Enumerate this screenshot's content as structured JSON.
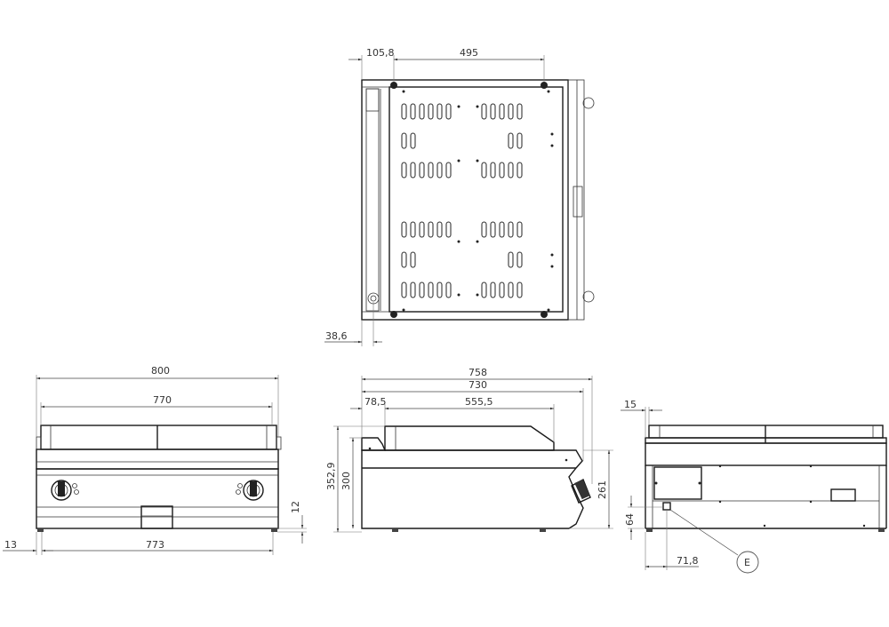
{
  "drawing": {
    "title": "Electric griddle technical drawing",
    "views": [
      "top",
      "front",
      "side",
      "rear"
    ],
    "top_view": {
      "dims": {
        "left_offset": "105,8",
        "feet_spacing": "495",
        "bottom_offset": "38,6"
      }
    },
    "front_view": {
      "dims": {
        "overall_width": "800",
        "plate_width": "770",
        "feet_width": "773",
        "foot_offset": "13",
        "foot_height": "12"
      }
    },
    "side_view": {
      "dims": {
        "overall_depth": "758",
        "body_depth": "730",
        "plate_offset": "78,5",
        "plate_depth": "555,5",
        "overall_height": "352,9",
        "body_height": "300",
        "front_height": "261"
      }
    },
    "rear_view": {
      "dims": {
        "edge_offset": "15",
        "connection_height": "64",
        "connection_offset": "71,8"
      },
      "callout": "E"
    }
  }
}
